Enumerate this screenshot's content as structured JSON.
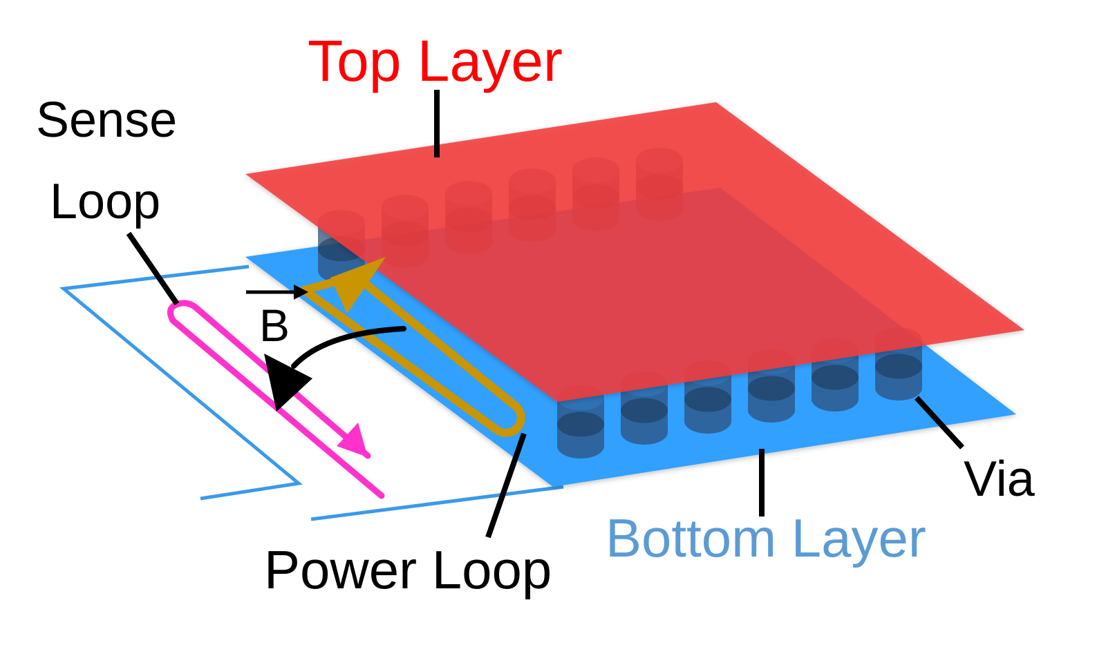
{
  "labels": {
    "top_layer": "Top Layer",
    "sense_loop_line1": "Sense",
    "sense_loop_line2": "Loop",
    "b_field": "B",
    "via": "Via",
    "power_loop": "Power Loop",
    "bottom_layer": "Bottom Layer"
  },
  "colors": {
    "top_layer_text": "#ff0000",
    "top_layer_plane": "#f23c3c",
    "bottom_layer_text": "#5b9bd5",
    "bottom_layer_plane": "#33a0ff",
    "outline": "#3a9ae8",
    "sense_loop": "#ff33cc",
    "power_loop": "#c99500",
    "via": "#2c4d78",
    "leader": "#000000"
  },
  "icons": {
    "b_vector_arrow": "right-arrow-icon",
    "field_arrow": "curved-arrow-icon",
    "sense_current_arrow": "down-right-arrow-icon",
    "power_current_arrow": "up-left-arrow-icon"
  }
}
